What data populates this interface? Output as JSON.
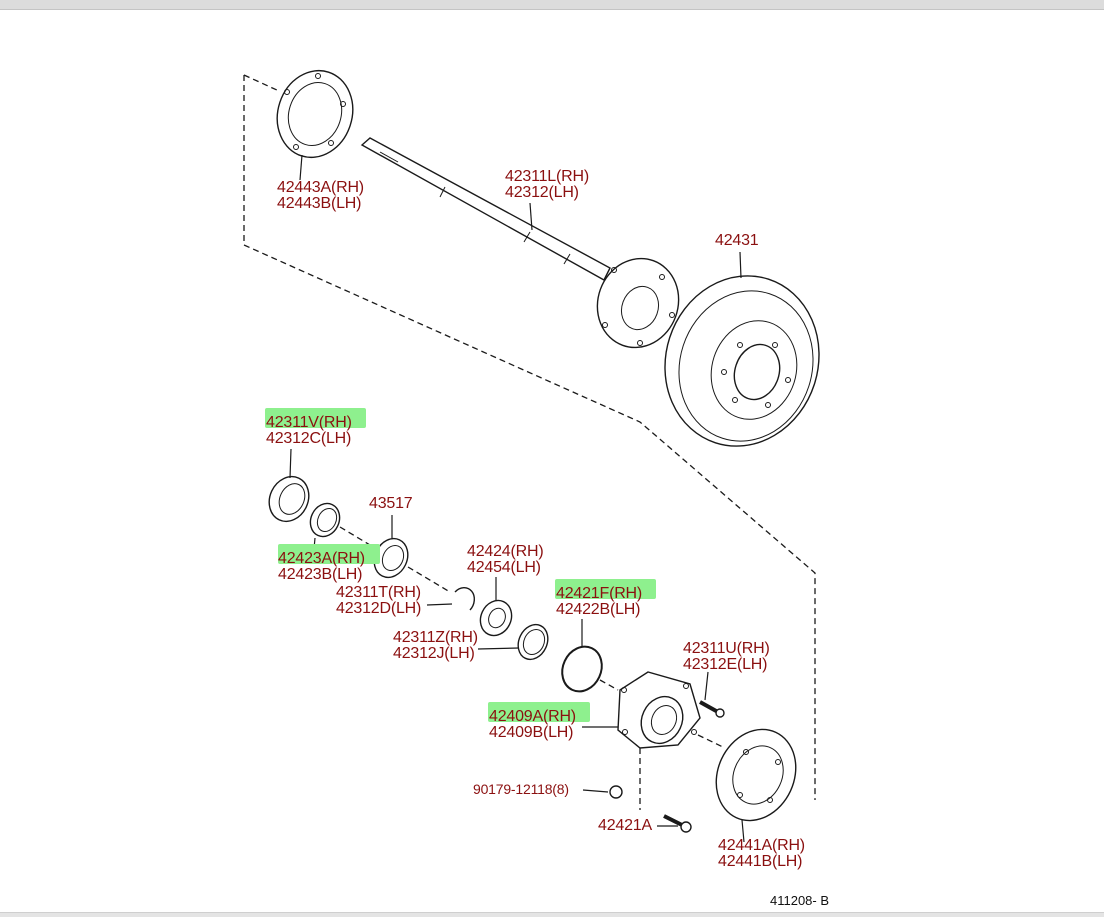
{
  "diagram": {
    "reference": "411208- B",
    "highlight_color": "#8ef08e",
    "label_color": "#8b1010",
    "parts": [
      {
        "id": "p42443",
        "lines": [
          "42443A(RH)",
          "42443B(LH)"
        ],
        "part": "gasket",
        "highlighted": false
      },
      {
        "id": "p42311L",
        "lines": [
          "42311L(RH)",
          "42312(LH)"
        ],
        "part": "axle-shaft",
        "highlighted": false
      },
      {
        "id": "p42431",
        "lines": [
          "42431"
        ],
        "part": "brake-disc",
        "highlighted": false
      },
      {
        "id": "p42311V",
        "lines": [
          "42311V(RH)",
          "42312C(LH)"
        ],
        "part": "oil-seal",
        "highlighted": true
      },
      {
        "id": "p42423A",
        "lines": [
          "42423A(RH)",
          "42423B(LH)"
        ],
        "part": "retainer-ring",
        "highlighted": true
      },
      {
        "id": "p43517",
        "lines": [
          "43517"
        ],
        "part": "bearing",
        "highlighted": false
      },
      {
        "id": "p42311T",
        "lines": [
          "42311T(RH)",
          "42312D(LH)"
        ],
        "part": "snap-ring",
        "highlighted": false
      },
      {
        "id": "p42424",
        "lines": [
          "42424(RH)",
          "42454(LH)"
        ],
        "part": "bearing-spacer",
        "highlighted": false
      },
      {
        "id": "p42311Z",
        "lines": [
          "42311Z(RH)",
          "42312J(LH)"
        ],
        "part": "washer",
        "highlighted": false
      },
      {
        "id": "p42421F",
        "lines": [
          "42421F(RH)",
          "42422B(LH)"
        ],
        "part": "o-ring",
        "highlighted": true
      },
      {
        "id": "p42311U",
        "lines": [
          "42311U(RH)",
          "42312E(LH)"
        ],
        "part": "hub-bolt",
        "highlighted": false
      },
      {
        "id": "p42409A",
        "lines": [
          "42409A(RH)",
          "42409B(LH)"
        ],
        "part": "hub-bearing",
        "highlighted": true
      },
      {
        "id": "p90179",
        "lines": [
          "90179-12118(8)"
        ],
        "part": "nut",
        "highlighted": false
      },
      {
        "id": "p42421A",
        "lines": [
          "42421A"
        ],
        "part": "stud-bolt",
        "highlighted": false
      },
      {
        "id": "p42441",
        "lines": [
          "42441A(RH)",
          "42441B(LH)"
        ],
        "part": "backing-plate",
        "highlighted": false
      }
    ]
  }
}
